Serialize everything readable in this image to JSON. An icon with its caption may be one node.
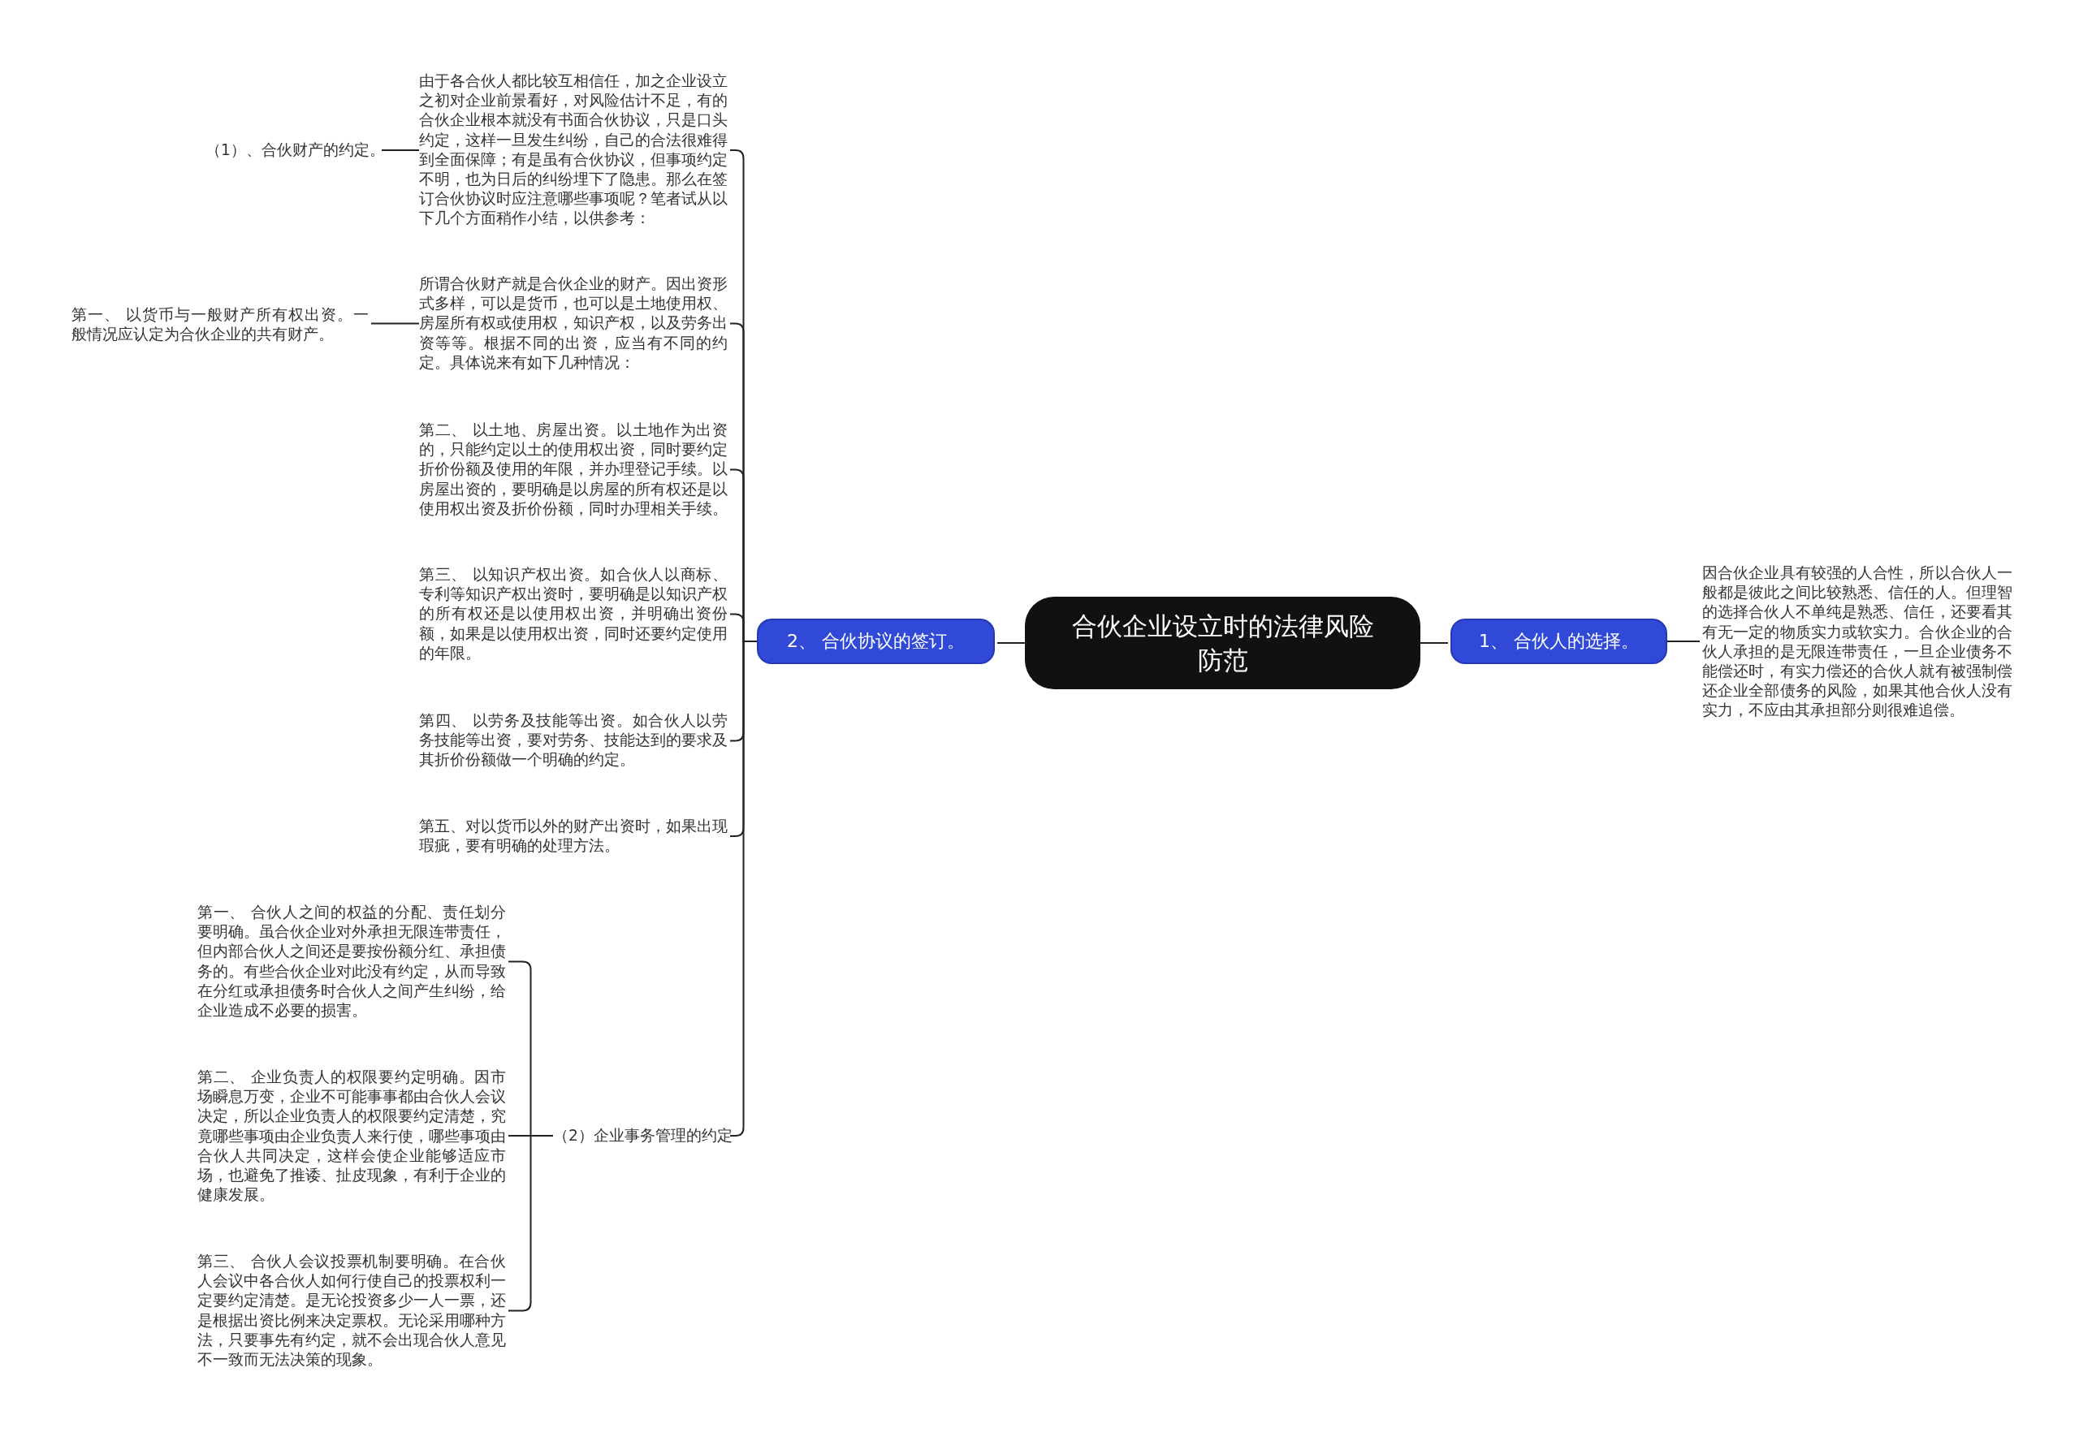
{
  "diagram": {
    "nodes": [
      {
        "text": [
          "合伙企业设立时的法律风险防范"
        ]
      },
      {
        "text": [
          "1、 合伙人的选择。"
        ]
      },
      {
        "text": [
          "因合伙企业具有较强的人合性，所以合伙人一般都是彼此之间比较熟悉、信任的人。但理智的选择合伙人不单纯是熟悉、信任，还要看其有无一定的物质实力或软实力。合伙企业的合伙人承担的是无限连带责任，一旦企业债务不能偿还时，有实力偿还的合伙人就有被强制偿还企业全部债务的风险，如果其他合伙人没有实力，不应由其承担部分则很难追偿。"
        ]
      },
      {
        "text": [
          "2、 合伙协议的签订。"
        ]
      },
      {
        "text": [
          "由于各合伙人都比较互相信任，加之企业设立之初对企业前景看好，对风险估计不足，有的合伙企业根本就没有书面合伙协议，只是口头约定，这样一旦发生纠纷，自己的合法很难得到全面保障；有是虽有合伙协议，但事项约定不明，也为日后的纠纷埋下了隐患。那么在签订合伙协议时应注意哪些事项呢？笔者试从以下几个方面稍作小结，以供参考："
        ]
      },
      {
        "text": [
          "（1）、合伙财产的约定。"
        ]
      },
      {
        "text": [
          "所谓合伙财产就是合伙企业的财产。因出资形式多样，可以是货币，也可以是土地使用权、房屋所有权或使用权，知识产权，以及劳务出资等等。根据不同的出资，应当有不同的约定。具体说来有如下几种情况："
        ]
      },
      {
        "text": [
          "第一、 以货币与一般财产所有权出资。一般情况应认定为合伙企业的共有财产。"
        ]
      },
      {
        "text": [
          "第二、 以土地、房屋出资。以土地作为出资的，只能约定以土的使用权出资，同时要约定折价份额及使用的年限，并办理登记手续。以房屋出资的，要明确是以房屋的所有权还是以使用权出资及折价份额，同时办理相关手续。"
        ]
      },
      {
        "text": [
          "第三、 以知识产权出资。如合伙人以商标、专利等知识产权出资时，要明确是以知识产权的所有权还是以使用权出资，并明确出资份额，如果是以使用权出资，同时还要约定使用的年限。"
        ]
      },
      {
        "text": [
          "第四、 以劳务及技能等出资。如合伙人以劳务技能等出资，要对劳务、技能达到的要求及其折价份额做一个明确的约定。"
        ]
      },
      {
        "text": [
          "第五、对以货币以外的财产出资时，如果出现瑕疵，要有明确的处理方法。"
        ]
      },
      {
        "text": [
          "（2）企业事务管理的约定"
        ]
      },
      {
        "text": [
          "第一、 合伙人之间的权益的分配、责任划分要明确。虽合伙企业对外承担无限连带责任，但内部合伙人之间还是要按份额分红、承担债务的。有些合伙企业对此没有约定，从而导致在分红或承担债务时合伙人之间产生纠纷，给企业造成不必要的损害。"
        ]
      },
      {
        "text": [
          "第二、 企业负责人的权限要约定明确。因市场瞬息万变，企业不可能事事都由合伙人会议决定，所以企业负责人的权限要约定清楚，究竟哪些事项由企业负责人来行使，哪些事项由合伙人共同决定，这样会使企业能够适应市场，也避免了推诿、扯皮现象，有利于企业的健康发展。"
        ]
      },
      {
        "text": [
          "第三、 合伙人会议投票机制要明确。在合伙人会议中各合伙人如何行使自己的投票权利一定要约定清楚。是无论投资多少一人一票，还是根据出资比例来决定票权。无论采用哪种方法，只要事先有约定，就不会出现合伙人意见不一致而无法决策的现象。"
        ]
      }
    ],
    "edges": [
      {
        "from": 0,
        "to": 1,
        "arrow": "none"
      },
      {
        "from": 1,
        "to": 2,
        "arrow": "none"
      },
      {
        "from": 0,
        "to": 3,
        "arrow": "none"
      },
      {
        "from": 3,
        "to": 4,
        "arrow": "none"
      },
      {
        "from": 4,
        "to": 5,
        "arrow": "none"
      },
      {
        "from": 3,
        "to": 6,
        "arrow": "none"
      },
      {
        "from": 6,
        "to": 7,
        "arrow": "none"
      },
      {
        "from": 3,
        "to": 8,
        "arrow": "none"
      },
      {
        "from": 3,
        "to": 9,
        "arrow": "none"
      },
      {
        "from": 3,
        "to": 10,
        "arrow": "none"
      },
      {
        "from": 3,
        "to": 11,
        "arrow": "none"
      },
      {
        "from": 3,
        "to": 12,
        "arrow": "none"
      },
      {
        "from": 12,
        "to": 13,
        "arrow": "none"
      },
      {
        "from": 12,
        "to": 14,
        "arrow": "none"
      },
      {
        "from": 12,
        "to": 15,
        "arrow": "none"
      }
    ]
  }
}
